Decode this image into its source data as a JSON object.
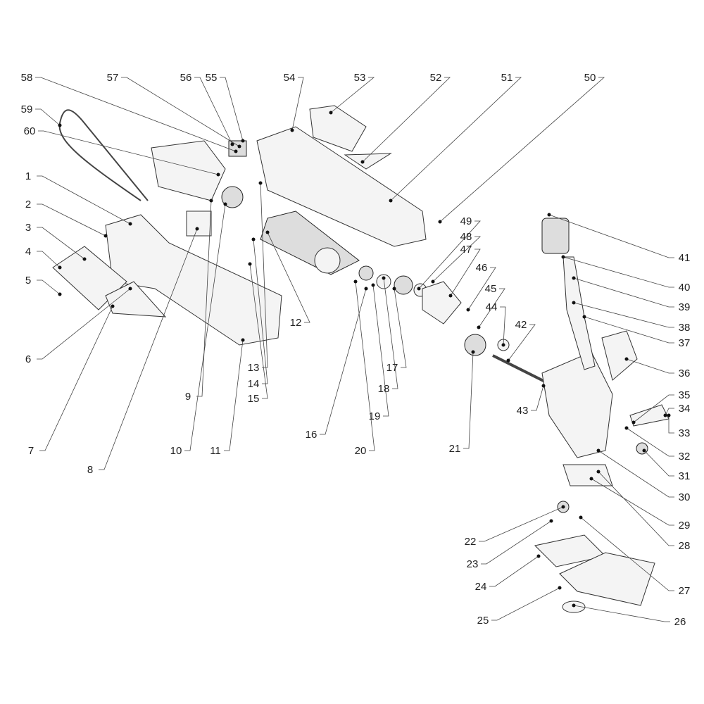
{
  "title": "Exploded parts diagram",
  "part_numbers": [
    "1",
    "2",
    "3",
    "4",
    "5",
    "6",
    "7",
    "8",
    "9",
    "10",
    "11",
    "12",
    "13",
    "14",
    "15",
    "16",
    "17",
    "18",
    "19",
    "20",
    "21",
    "22",
    "23",
    "24",
    "25",
    "26",
    "27",
    "28",
    "29",
    "30",
    "31",
    "32",
    "33",
    "34",
    "35",
    "36",
    "37",
    "38",
    "39",
    "40",
    "41",
    "42",
    "43",
    "44",
    "45",
    "46",
    "47",
    "48",
    "49",
    "50",
    "51",
    "52",
    "53",
    "54",
    "55",
    "56",
    "57",
    "58",
    "59",
    "60"
  ]
}
